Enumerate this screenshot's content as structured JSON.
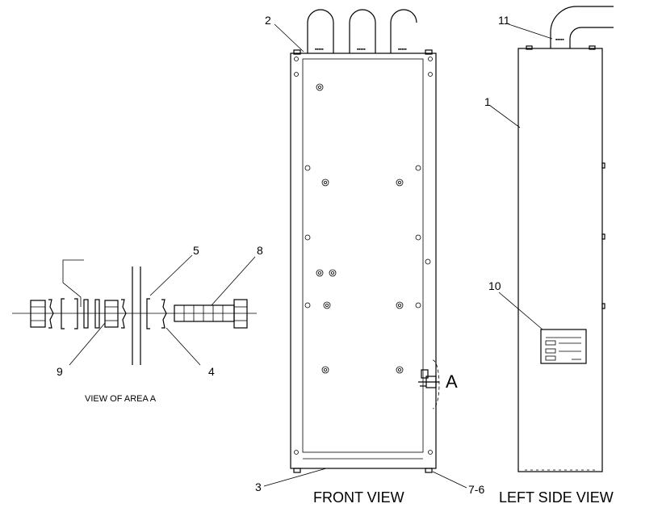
{
  "callouts": {
    "c1": "1",
    "c2": "2",
    "c3": "3",
    "c4": "4",
    "c5": "5",
    "c7_6": "7-6",
    "c8": "8",
    "c9": "9",
    "c10": "10",
    "c11": "11",
    "area_marker": "A"
  },
  "captions": {
    "front_view": "FRONT VIEW",
    "left_side_view": "LEFT SIDE VIEW",
    "view_of_area": "VIEW OF AREA  A"
  }
}
